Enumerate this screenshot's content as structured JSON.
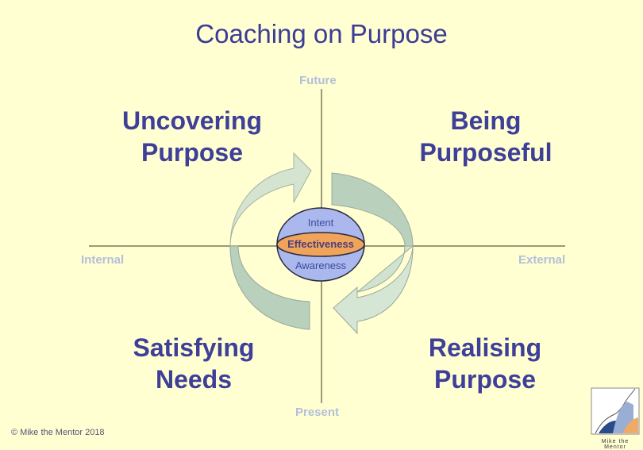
{
  "title": "Coaching on Purpose",
  "axes": {
    "top": "Future",
    "bottom": "Present",
    "left": "Internal",
    "right": "External"
  },
  "quadrants": {
    "top_left": [
      "Uncovering",
      "Purpose"
    ],
    "top_right": [
      "Being",
      "Purposeful"
    ],
    "bottom_left": [
      "Satisfying",
      "Needs"
    ],
    "bottom_right": [
      "Realising",
      "Purpose"
    ]
  },
  "center": {
    "top": "Intent",
    "middle": "Effectiveness",
    "bottom": "Awareness"
  },
  "footer": {
    "copyright": "© Mike the Mentor 2018",
    "logo_text": "Mike the Mentor"
  },
  "colors": {
    "background": "#ffffd2",
    "title": "#3b3c96",
    "axis_label": "#b3bfdb",
    "circle": "#aab8ee",
    "ellipse": "#f0a35a",
    "arrow": "#c8dcc8"
  }
}
